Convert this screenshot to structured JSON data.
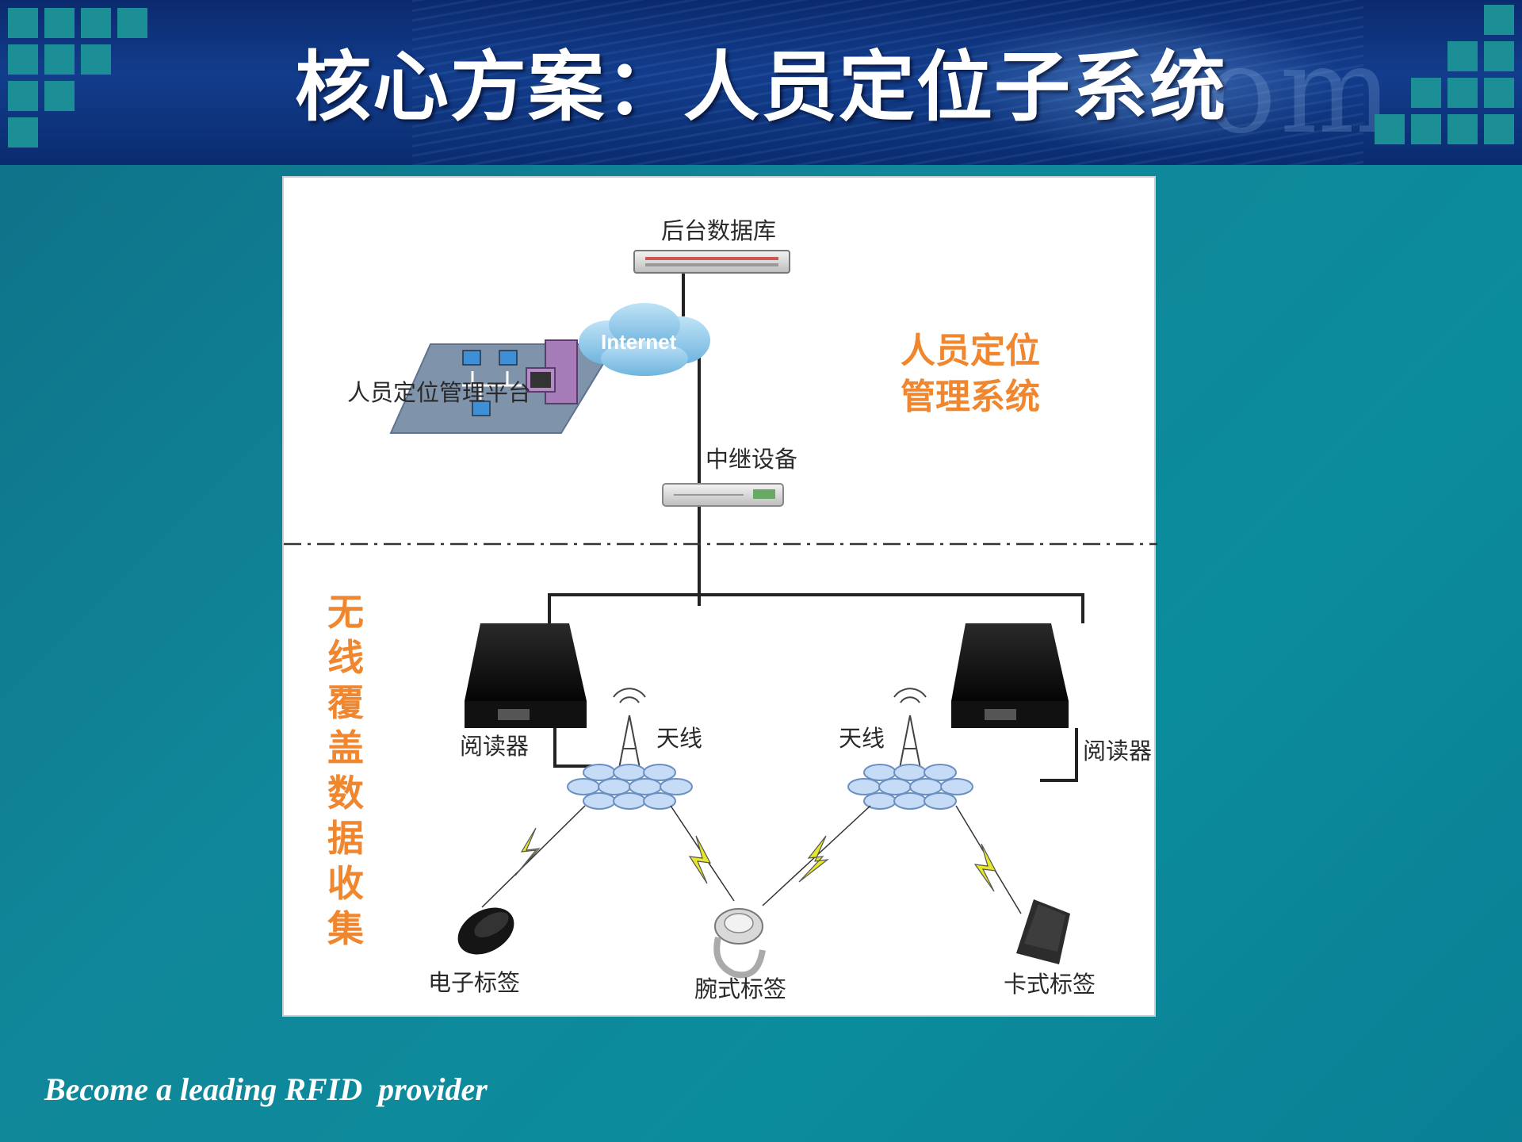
{
  "header": {
    "title": "核心方案：人员定位子系统",
    "watermark": "om"
  },
  "diagram": {
    "backend_db_label": "后台数据库",
    "platform_label": "人员定位管理平台",
    "internet_label": "Internet",
    "relay_label": "中继设备",
    "management_section_label": [
      "人员定位",
      "管理系统"
    ],
    "wireless_section_label": "无线覆盖数据收集",
    "reader_left_label": "阅读器",
    "reader_right_label": "阅读器",
    "antenna_left_label": "天线",
    "antenna_right_label": "天线",
    "tag_electronic_label": "电子标签",
    "tag_wrist_label": "腕式标签",
    "tag_card_label": "卡式标签"
  },
  "footer": {
    "slogan": "Become a leading RFID  provider"
  },
  "colors": {
    "accent_orange": "#f0862d",
    "background_teal": "#0e8a9a",
    "header_blue": "#0b2a6e",
    "square_teal": "#1b8f95"
  }
}
